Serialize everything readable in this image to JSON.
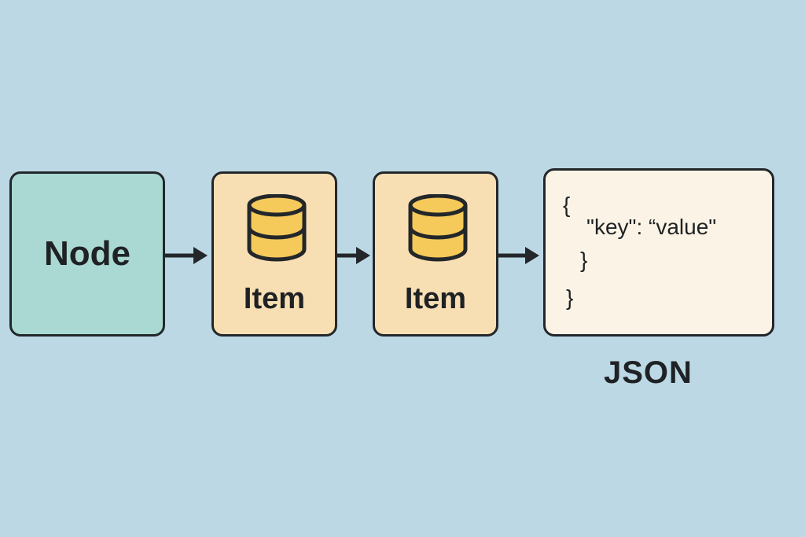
{
  "node": {
    "label": "Node"
  },
  "items": [
    {
      "label": "Item"
    },
    {
      "label": "Item"
    }
  ],
  "json_box": {
    "open_brace": "{",
    "line": "\"key\": “value\"",
    "inner_close": "}",
    "close_brace": "}"
  },
  "json_label": "JSON",
  "colors": {
    "background": "#bcd8e5",
    "node": "#a9d9d2",
    "item": "#f8dfb3",
    "json": "#fbf4e6",
    "database": "#f5c95a"
  }
}
